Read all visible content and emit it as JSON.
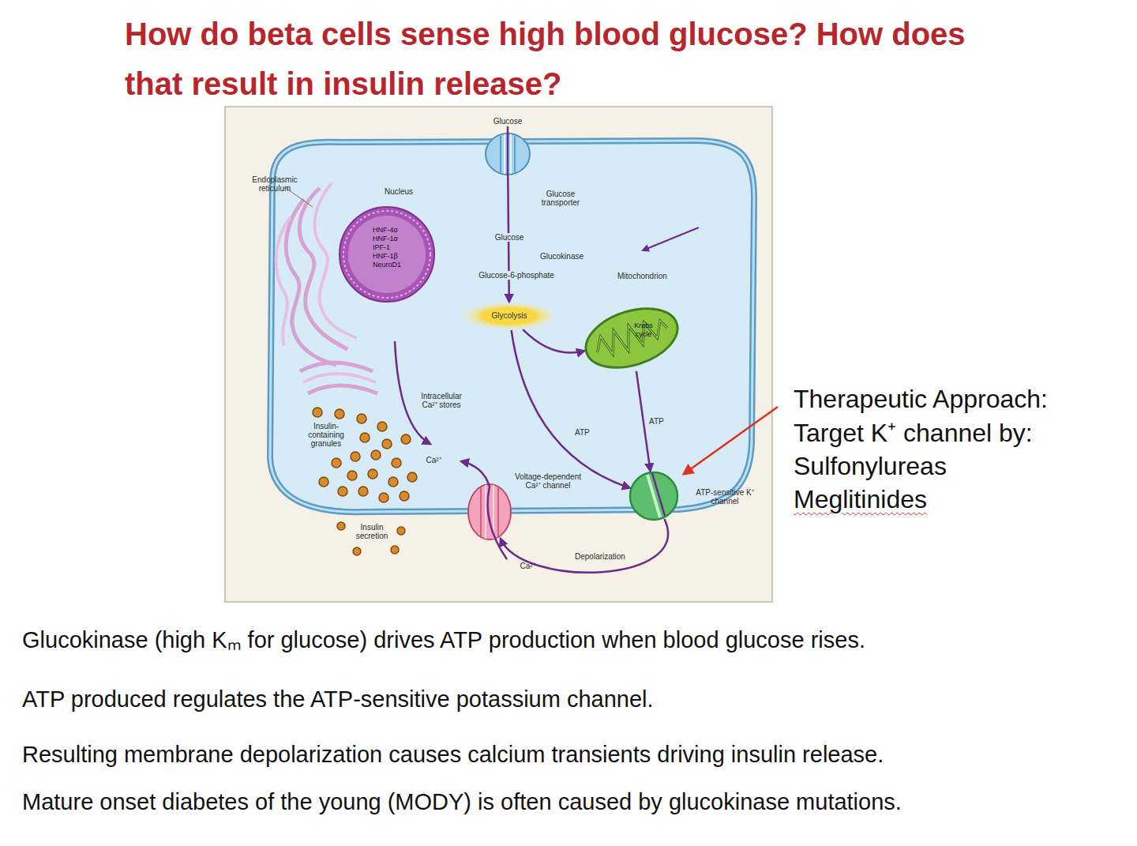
{
  "diagram": {
    "title": "How do beta cells sense high blood glucose? How does that result in insulin release?",
    "nodes": [
      {
        "text": [
          "Glucose transporter"
        ]
      },
      {
        "text": [
          "Nucleus",
          "HNF-4α",
          "HNF-1α",
          "IPF-1",
          "HNF-1β",
          "NeuroD1"
        ]
      },
      {
        "text": [
          "Glycolysis"
        ]
      },
      {
        "text": [
          "Mitochondrion",
          "Krebs cycle"
        ]
      },
      {
        "text": [
          "ATP-sensitive K⁺ channel"
        ]
      },
      {
        "text": [
          "Voltage-dependent Ca²⁺ channel"
        ]
      }
    ],
    "edges": [
      {
        "from": 0,
        "to": 2,
        "arrow": "to"
      },
      {
        "from": 2,
        "to": 3,
        "arrow": "to"
      },
      {
        "from": 2,
        "to": 4,
        "label": "ATP",
        "arrow": "to"
      },
      {
        "from": 3,
        "to": 4,
        "label": "ATP",
        "arrow": "to"
      },
      {
        "from": 4,
        "to": 5,
        "label": "Depolarization",
        "arrow": "to"
      }
    ],
    "labels": [
      "Glucose",
      "Endoplasmic reticulum",
      "Glucose",
      "Glucokinase",
      "Glucose-6-phosphate",
      "Intracellular Ca²⁺ stores",
      "Insulin-containing granules",
      "Ca²⁺",
      "Insulin secretion",
      "Ca²⁺",
      "Therapeutic Approach:",
      "Target K⁺ channel by:",
      "Sulfonylureas",
      "Meglitinides",
      "Glucokinase (high Kₘ for glucose) drives ATP production when blood glucose rises.",
      "ATP produced regulates the ATP-sensitive potassium channel.",
      "Resulting membrane depolarization causes calcium transients driving insulin release.",
      "Mature onset diabetes of the young (MODY) is often caused by glucokinase mutations."
    ]
  }
}
